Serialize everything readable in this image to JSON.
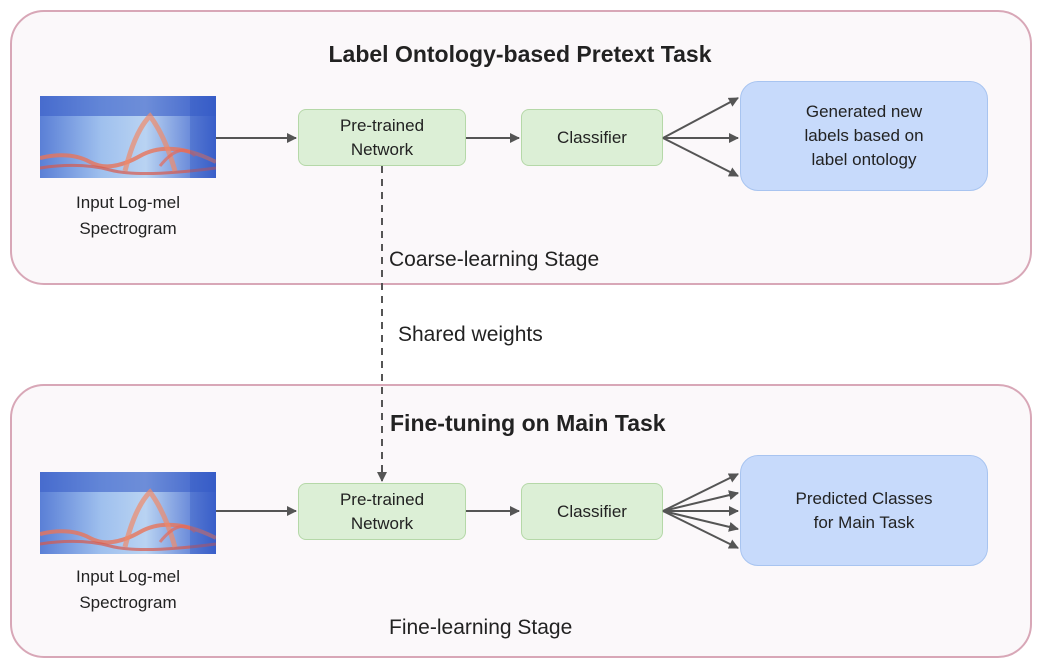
{
  "top_stage": {
    "title": "Label Ontology-based Pretext Task",
    "input_label_line1": "Input Log-mel",
    "input_label_line2": "Spectrogram",
    "network_line1": "Pre-trained",
    "network_line2": "Network",
    "classifier": "Classifier",
    "output_line1": "Generated new",
    "output_line2": "labels based on",
    "output_line3": "label ontology",
    "stage_caption": "Coarse-learning Stage"
  },
  "shared_weights_label": "Shared weights",
  "bottom_stage": {
    "title": "Fine-tuning on Main Task",
    "input_label_line1": "Input Log-mel",
    "input_label_line2": "Spectrogram",
    "network_line1": "Pre-trained",
    "network_line2": "Network",
    "classifier": "Classifier",
    "output_line1": "Predicted Classes",
    "output_line2": "for Main Task",
    "stage_caption": "Fine-learning Stage"
  },
  "colors": {
    "stage_border": "#d8a7b7",
    "network_fill": "#dcefd6",
    "output_fill": "#c7dafb",
    "arrow": "#555555"
  }
}
